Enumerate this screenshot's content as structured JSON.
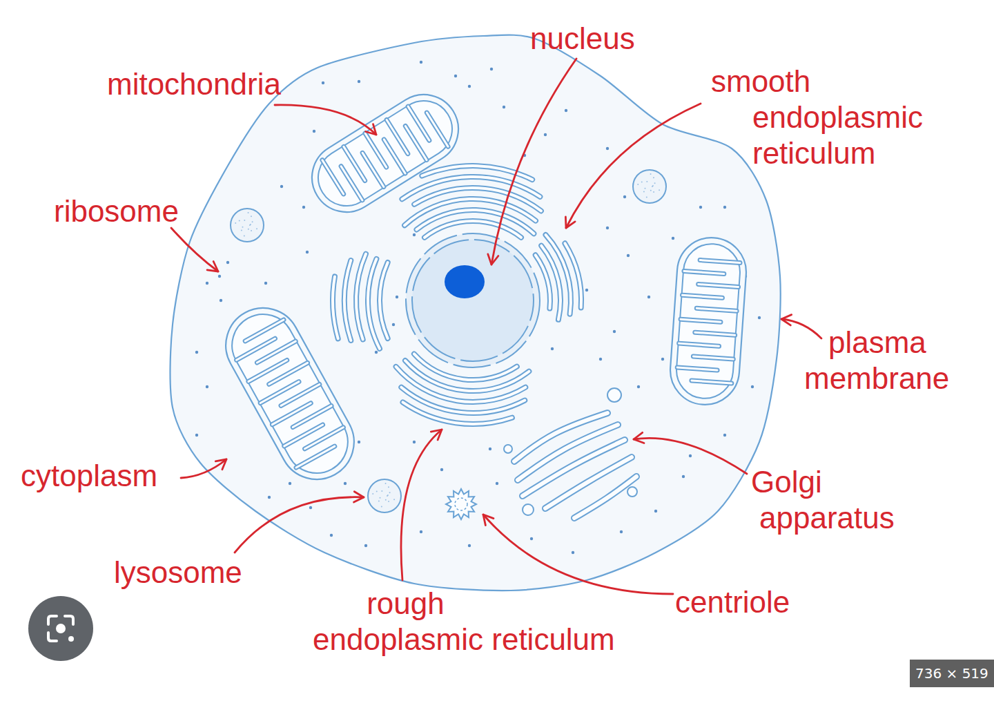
{
  "diagram": {
    "labels": [
      "nucleus",
      "mitochondria",
      "smooth endoplasmic reticulum",
      "ribosome",
      "plasma membrane",
      "cytoplasm",
      "Golgi apparatus",
      "lysosome",
      "rough endoplasmic reticulum",
      "centriole",
      "736 × 519"
    ]
  }
}
